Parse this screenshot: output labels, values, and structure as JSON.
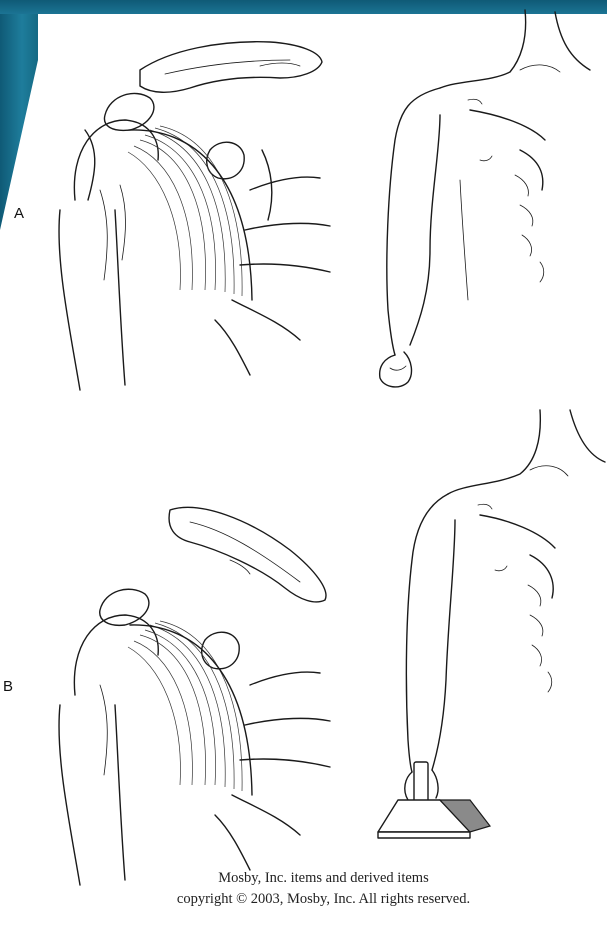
{
  "panels": [
    {
      "label": "A"
    },
    {
      "label": "B"
    }
  ],
  "caption": {
    "line1": "Mosby, Inc. items and derived items",
    "line2": "copyright © 2003, Mosby, Inc. All rights reserved."
  },
  "colors": {
    "background_band": "#1b6a86",
    "sheet": "#ffffff",
    "ink": "#1a1a1a"
  }
}
